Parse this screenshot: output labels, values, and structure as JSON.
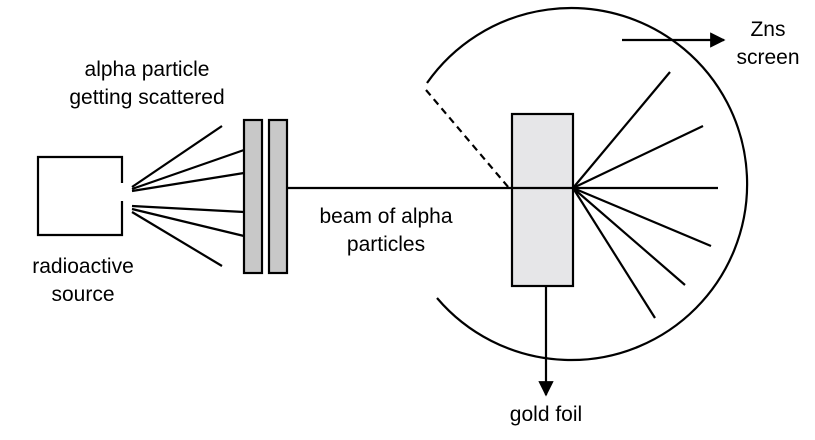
{
  "labels": {
    "alpha_scattered_line1": "alpha particle",
    "alpha_scattered_line2": "getting scattered",
    "zns_line1": "Zns",
    "zns_line2": "screen",
    "source_line1": "radioactive",
    "source_line2": "source",
    "beam_line1": "beam of alpha",
    "beam_line2": "particles",
    "gold_foil": "gold foil"
  },
  "colors": {
    "stroke": "#000000",
    "plate_fill": "#c8c8c8",
    "foil_fill": "#e6e6e8",
    "background": "#ffffff"
  }
}
